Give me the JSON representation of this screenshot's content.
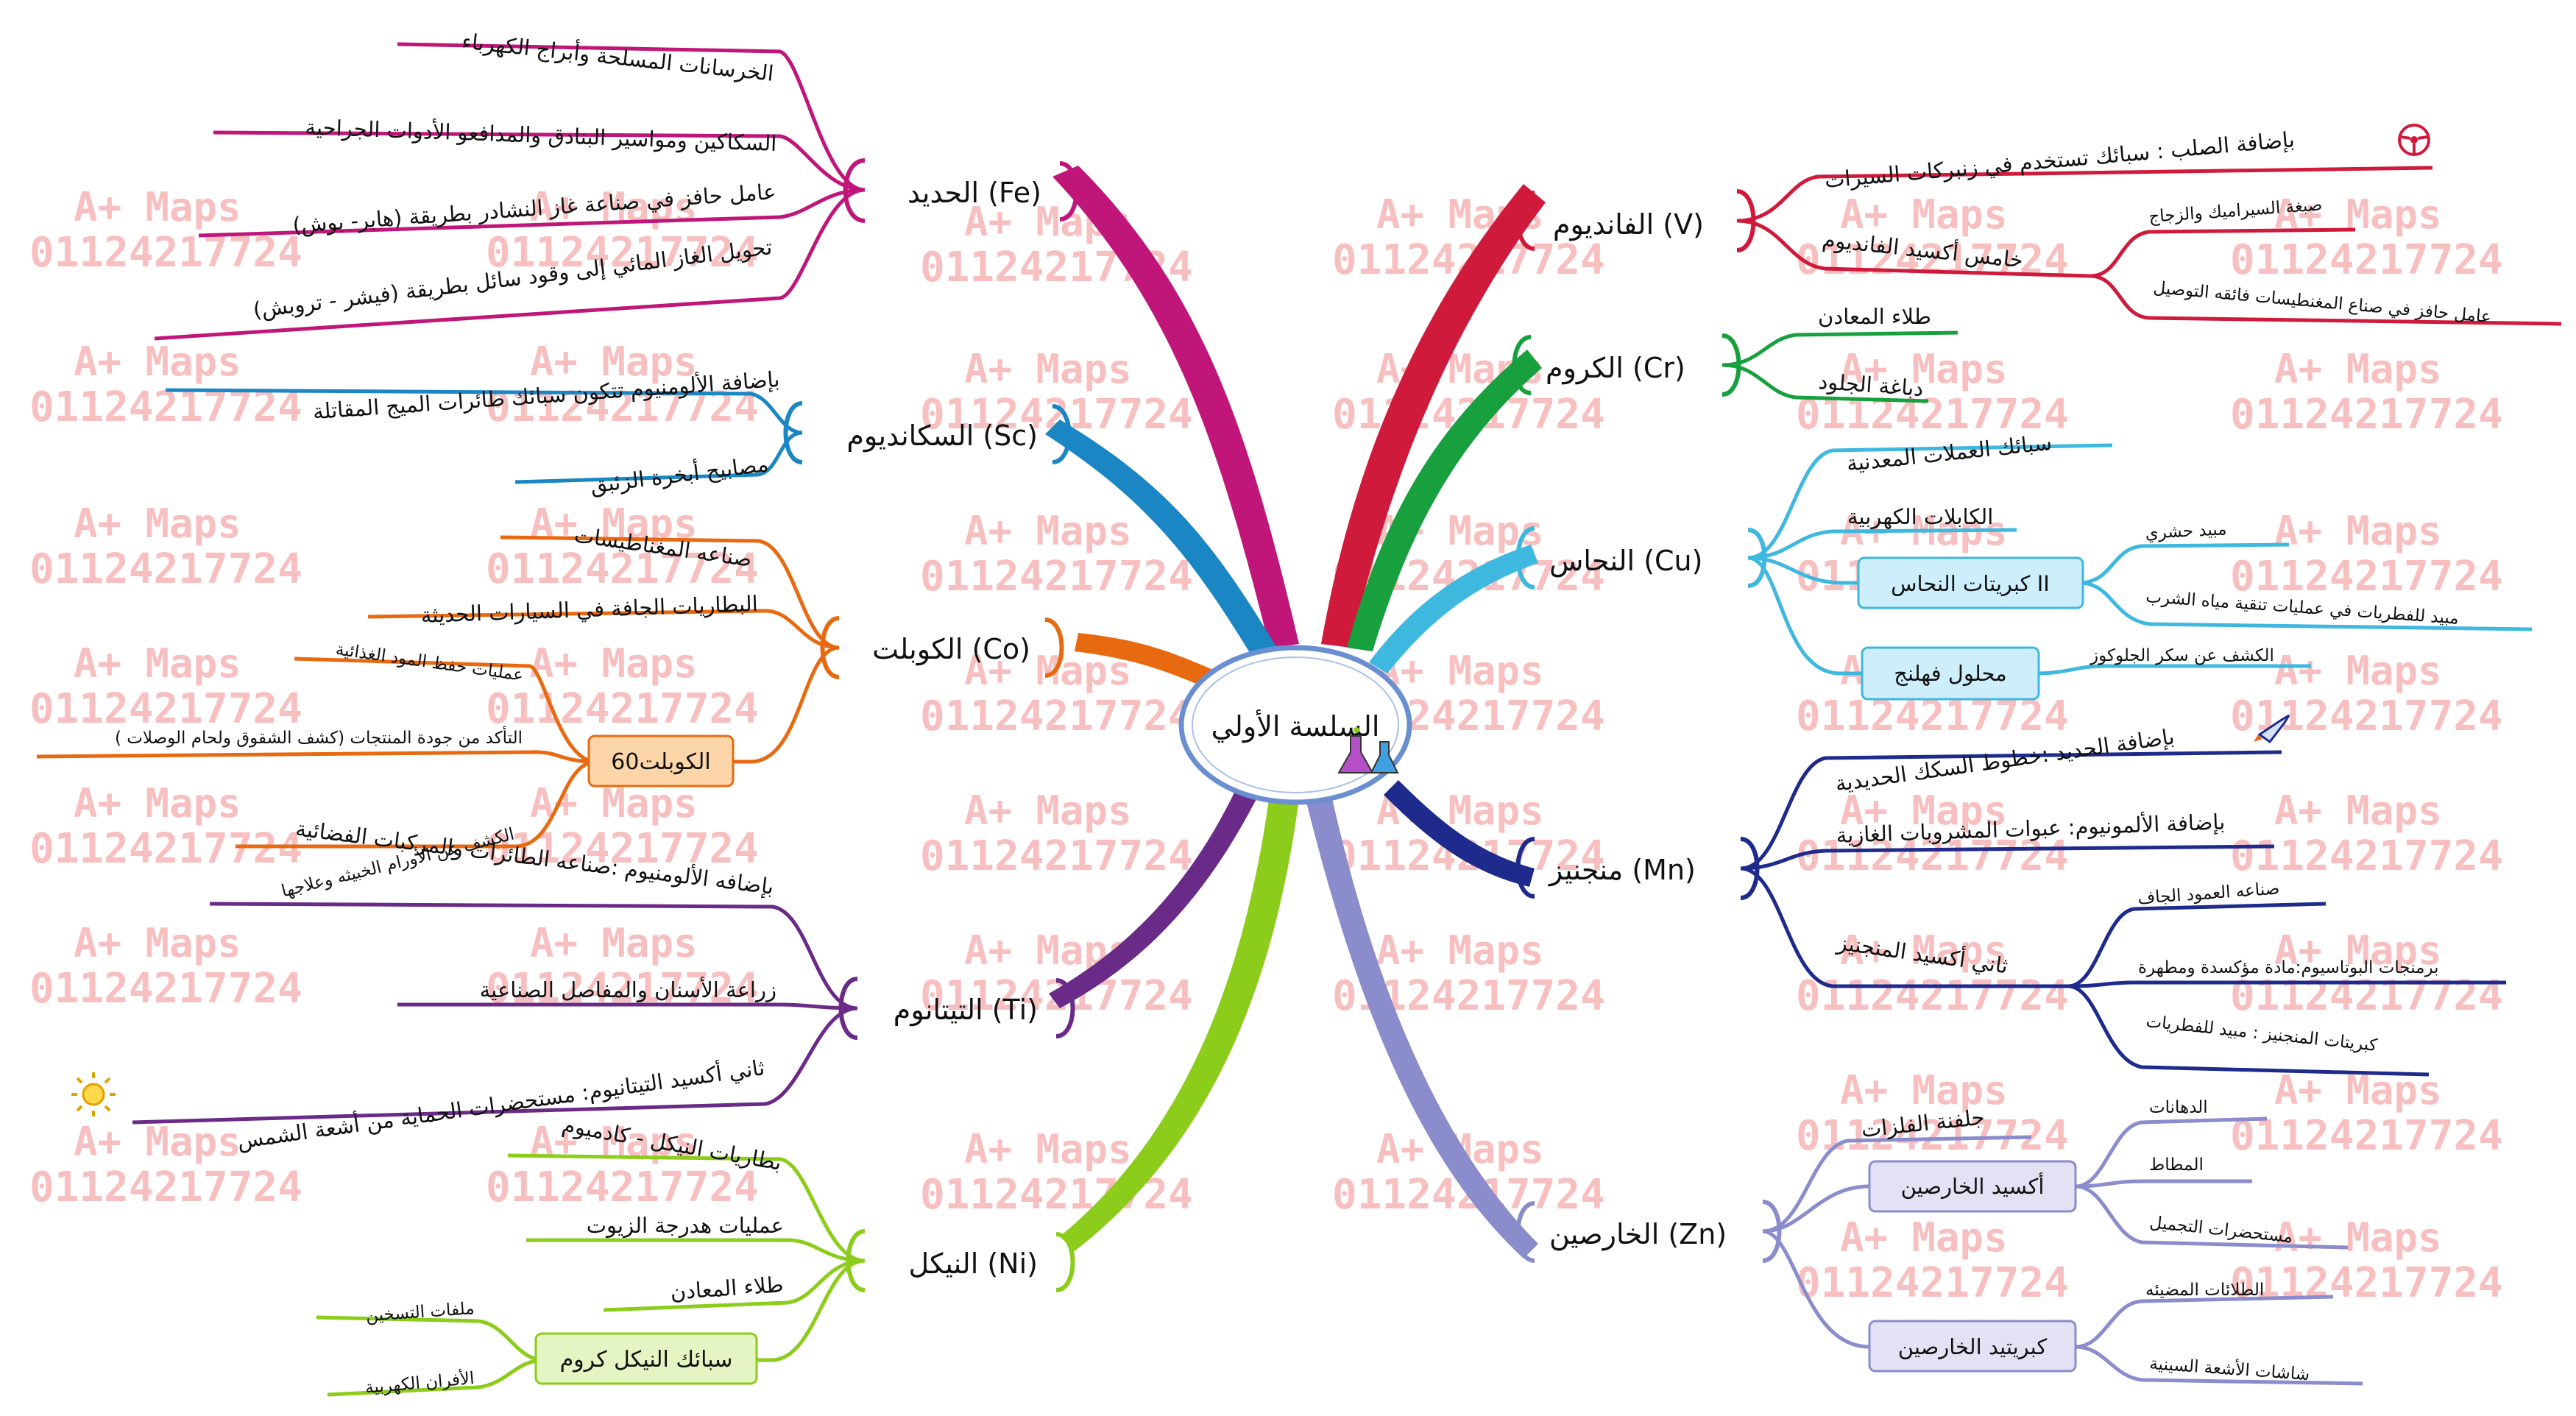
{
  "center": {
    "title": "السلسة الأولي"
  },
  "watermark": {
    "brand": "A+ Maps",
    "phone": "01124217724"
  },
  "colors": {
    "fe": "#c0167a",
    "sc": "#1a86c4",
    "co": "#e86a10",
    "ti": "#6a2a88",
    "ni": "#8ccc1a",
    "v": "#d01a3c",
    "cr": "#17a03d",
    "cu": "#3fb8df",
    "mn": "#1e2a8c",
    "zn": "#8a8ccc",
    "watermark": "#f28b8b",
    "center_border": "#6a8fd0"
  },
  "branches": {
    "fe": {
      "label": "الحديد (Fe)",
      "items": [
        "الخرسانات المسلحة وأبراج الكهرباء",
        "السكاكين ومواسير البنادق والمدافعو الأدوات الجراحية",
        "عامل حافز في صناعة غاز النشادر بطريقة (هابر- بوش)",
        "تحويل الغاز المائي إلى وقود سائل بطريقة (فيشر - تروبش)"
      ]
    },
    "sc": {
      "label": "السكانديوم (Sc)",
      "items": [
        "بإضافة الألومنيوم تتكون سبائك طائرات الميج المقاتلة",
        "مصابيح أبخرة الزئبق"
      ]
    },
    "co": {
      "label": "الكوبلت (Co)",
      "items": [
        "صناعه المغناطيسات",
        "البطاريات الجافة في السيارات الحديثة"
      ],
      "sub": {
        "label": "الكوبلت60",
        "items": [
          "عمليات حفظ المود الغذائية",
          "التأكد من جودة المنتجات (كشف الشقوق ولحام الوصلات )",
          "الكشف عن الأورام الخبيثه وعلاجها"
        ]
      }
    },
    "ti": {
      "label": "التيتانوم (Ti)",
      "items": [
        "بإضافه الألومنيوم :صناعه الطائرات والمركبات الفضائية",
        "زراعة الأسنان والمفاصل الصناعية",
        "ثاني أكسيد التيتانيوم: مستحضرات الحماية من أشعة الشمس"
      ]
    },
    "ni": {
      "label": "النيكل (Ni)",
      "items": [
        "بطاريات النيكل - كادميوم",
        "عمليات هدرجة الزيوت",
        "طلاء المعادن"
      ],
      "sub": {
        "label": "سبائك النيكل كروم",
        "items": [
          "ملفات التسخين",
          "الأفران الكهربية"
        ]
      }
    },
    "v": {
      "label": "الفانديوم (V)",
      "items": [
        "بإضافة الصلب : سبائك تستخدم في زنبركات السيرات"
      ],
      "sub": {
        "label": "خامس أكسيد الفانديوم",
        "items": [
          "صبغة السيراميك والزجاج",
          "عامل حافز في صناع المغنطيسات فائقه التوصيل"
        ]
      }
    },
    "cr": {
      "label": "الكروم (Cr)",
      "items": [
        "طلاء المعادن",
        "دباغة الجلود"
      ]
    },
    "cu": {
      "label": "النحاس (Cu)",
      "items": [
        "سبائك العملات المعدنية",
        "الكابلات الكهربية"
      ],
      "sub1": {
        "label": "كبريتات النحاس II",
        "items": [
          "مبيد حشري",
          "مبيد للفطريات في عمليات تنقية مياه الشرب"
        ]
      },
      "sub2": {
        "label": "محلول فهلنج",
        "items": [
          "الكشف عن سكر الجلوكوز"
        ]
      }
    },
    "mn": {
      "label": "منجنيز (Mn)",
      "items": [
        "بإضافة الحديد :خطوط السكك الحديدية",
        "بإضافة الألمونيوم: عبوات المشروبات الغازية"
      ],
      "sub": {
        "label": "ثاني أكسيد المنجنيز",
        "items": [
          "صناعه العمود الجاف",
          "برمنجات البوتاسيوم:مادة مؤكسدة ومطهرة",
          "كبريتات المنجنيز : مبيد للفطريات"
        ]
      }
    },
    "zn": {
      "label": "الخارصين (Zn)",
      "items": [
        "جلفنة الفلزات"
      ],
      "sub1": {
        "label": "أكسيد الخارصين",
        "items": [
          "الدهانات",
          "المطاط",
          "مستحضرات التجميل"
        ]
      },
      "sub2": {
        "label": "كبريتيد الخارصين",
        "items": [
          "الطلائات المضيئه",
          "شاشات الأشعة السينية"
        ]
      }
    }
  }
}
